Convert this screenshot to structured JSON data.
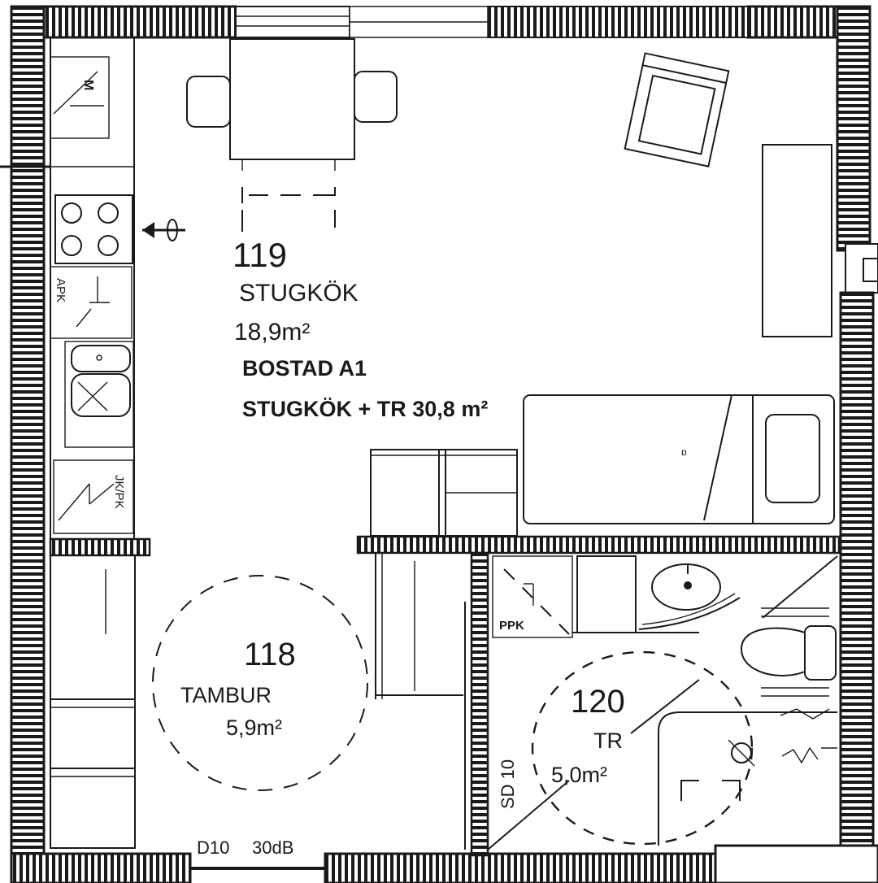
{
  "rooms": [
    {
      "number": "119",
      "name": "STUGKÖK",
      "area": "18,9m²"
    },
    {
      "number": "118",
      "name": "TAMBUR",
      "area": "5,9m²"
    },
    {
      "number": "120",
      "name": "TR",
      "area": "5,0m²"
    }
  ],
  "apartment": {
    "name": "BOSTAD A1",
    "total": "STUGKÖK + TR 30,8 m²"
  },
  "labels": {
    "apk": "APK",
    "jkpk": "JK/PK",
    "ppk": "PPK",
    "sd": "SD 10",
    "door": "D10",
    "sound": "30dB",
    "m": "M"
  }
}
